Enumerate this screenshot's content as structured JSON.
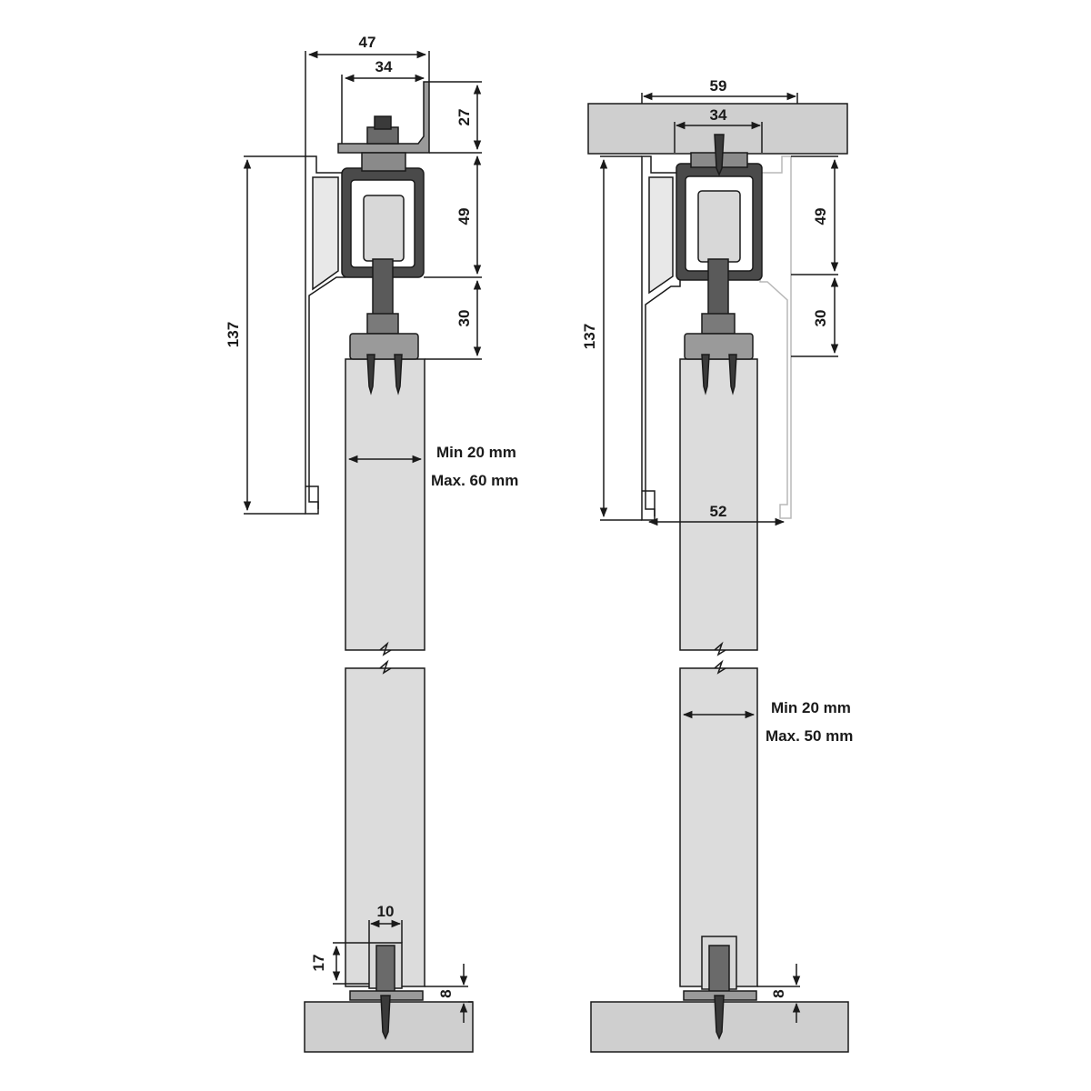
{
  "left_view": {
    "top_width": "47",
    "bracket_width": "34",
    "bracket_height": "27",
    "trolley_height": "49",
    "bolt_height": "30",
    "total_height": "137",
    "thickness_min": "Min 20 mm",
    "thickness_max": "Max. 60 mm",
    "guide_width": "10",
    "guide_height": "17",
    "floor_gap": "8"
  },
  "right_view": {
    "top_width": "59",
    "track_width": "34",
    "trolley_height": "49",
    "bolt_height": "30",
    "total_height": "137",
    "profile_width": "52",
    "thickness_min": "Min 20 mm",
    "thickness_max": "Max. 50 mm",
    "floor_gap": "8"
  },
  "colors": {
    "line": "#1a1a1a",
    "door_fill": "#dcdcdc",
    "beam_fill": "#cfcfcf",
    "rail_fill": "#4a4a4a",
    "ghost_line": "#b8b8b8"
  }
}
